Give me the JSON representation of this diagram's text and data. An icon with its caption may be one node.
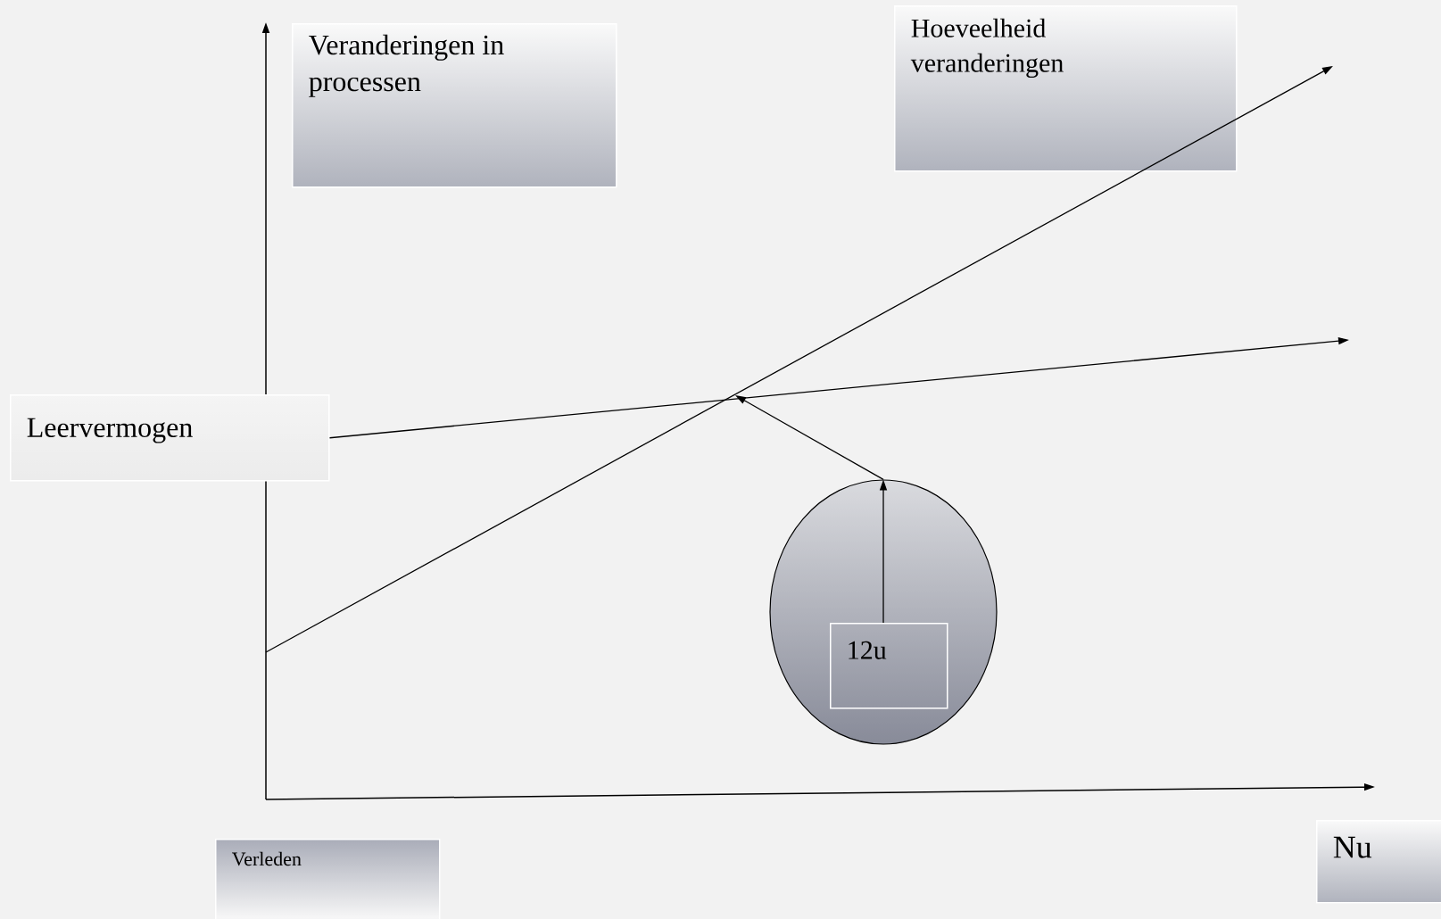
{
  "diagram": {
    "nodes": [
      {
        "text": [
          "Veranderingen in processen"
        ]
      },
      {
        "text": [
          "Hoeveelheid veranderingen"
        ]
      },
      {
        "text": [
          "Leervermogen"
        ]
      },
      {
        "text": [],
        "shape": "ellipse"
      },
      {
        "text": [
          "12u"
        ],
        "in": 3
      },
      {
        "text": [
          "Verleden"
        ]
      },
      {
        "text": [
          "Nu"
        ]
      }
    ],
    "edges": [
      {
        "from": 2,
        "to": null,
        "arrow": "to"
      },
      {
        "from": 3,
        "to": null,
        "arrow": "to"
      },
      {
        "from": 4,
        "to": 3,
        "arrow": "to"
      }
    ]
  }
}
